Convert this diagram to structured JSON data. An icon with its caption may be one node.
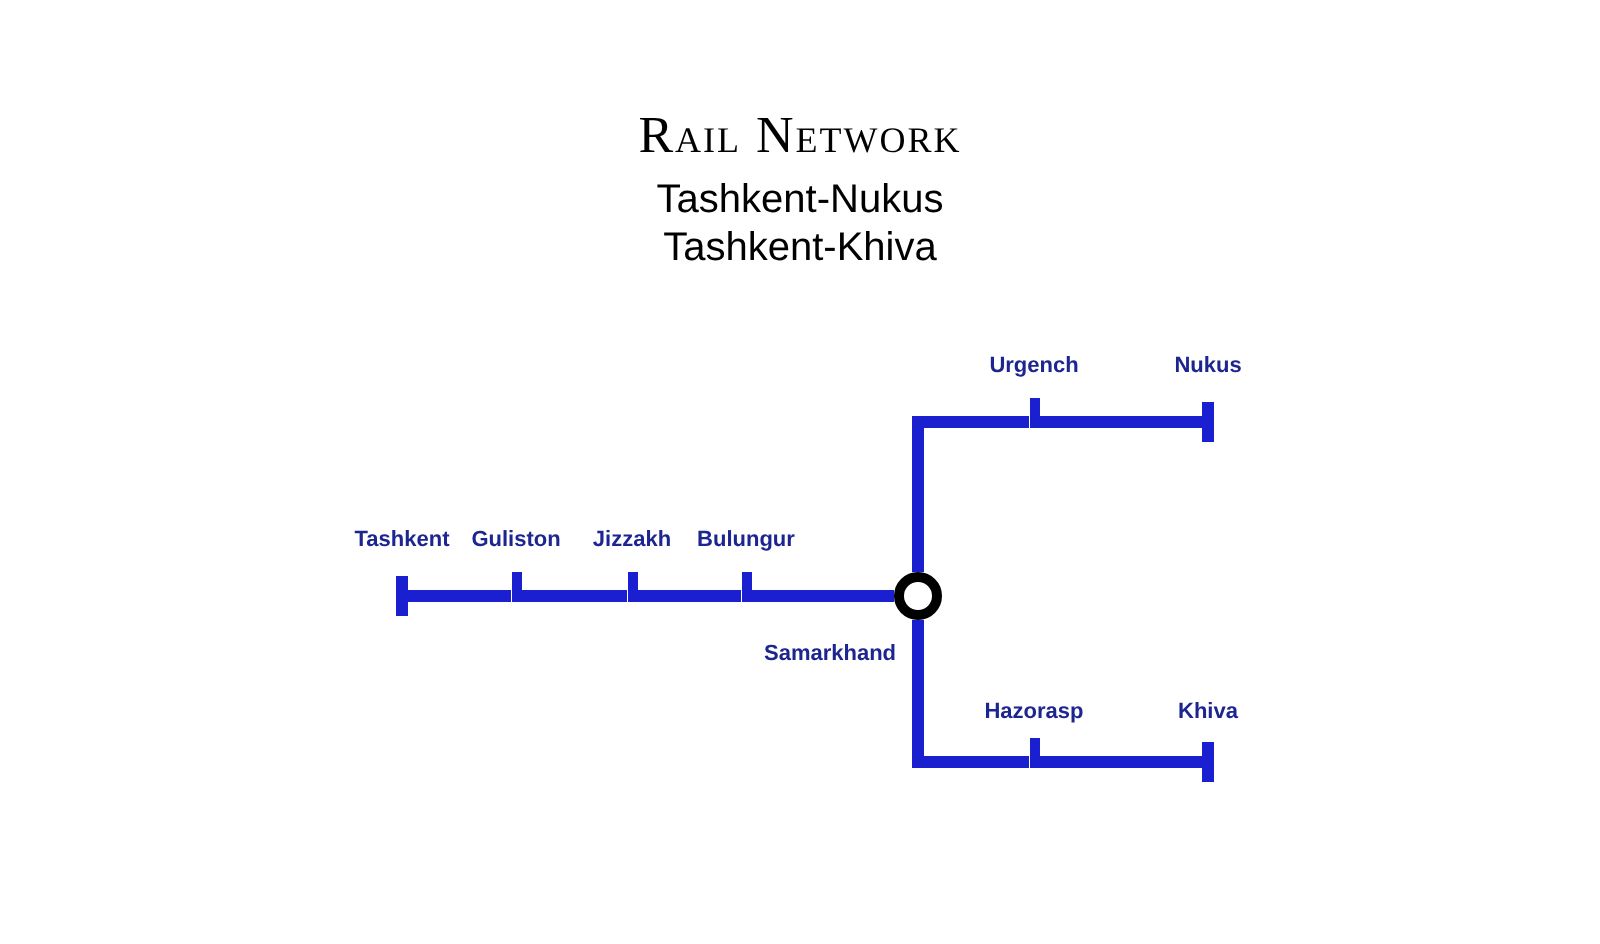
{
  "diagram": {
    "title": "Rail Network",
    "nodes": [
      {
        "text": [],
        "shape": "bar",
        "beside": [
          "Tashkent"
        ]
      },
      {
        "text": [],
        "shape": "bar",
        "beside": [
          "Guliston"
        ]
      },
      {
        "text": [],
        "shape": "bar",
        "beside": [
          "Jizzakh"
        ]
      },
      {
        "text": [],
        "shape": "bar",
        "beside": [
          "Bulungur"
        ]
      },
      {
        "text": [],
        "shape": "circle",
        "beside": [
          "Samarkhand"
        ]
      },
      {
        "text": [],
        "shape": "bar",
        "beside": [
          "Urgench"
        ]
      },
      {
        "text": [],
        "shape": "bar",
        "beside": [
          "Nukus"
        ]
      },
      {
        "text": [],
        "shape": "bar",
        "beside": [
          "Hazorasp"
        ]
      },
      {
        "text": [],
        "shape": "bar",
        "beside": [
          "Khiva"
        ]
      }
    ],
    "edges": [
      {
        "from": 0,
        "to": 1,
        "arrow": "none"
      },
      {
        "from": 1,
        "to": 2,
        "arrow": "none"
      },
      {
        "from": 2,
        "to": 3,
        "arrow": "none"
      },
      {
        "from": 3,
        "to": 4,
        "arrow": "none"
      },
      {
        "from": 4,
        "to": 5,
        "arrow": "none"
      },
      {
        "from": 5,
        "to": 6,
        "arrow": "none"
      },
      {
        "from": 4,
        "to": 7,
        "arrow": "none"
      },
      {
        "from": 7,
        "to": 8,
        "arrow": "none"
      }
    ],
    "labels": [
      "Tashkent-Nukus",
      "Tashkent-Khiva"
    ]
  }
}
